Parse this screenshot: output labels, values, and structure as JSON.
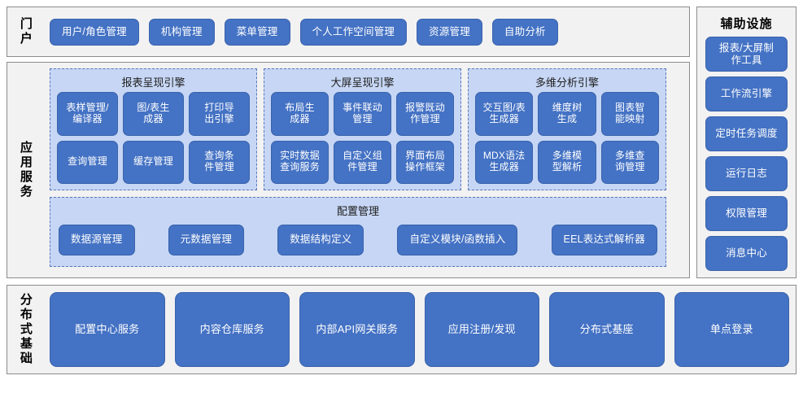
{
  "portal": {
    "label": "门户",
    "buttons": [
      "用户/角色管理",
      "机构管理",
      "菜单管理",
      "个人工作空间管理",
      "资源管理",
      "自助分析"
    ]
  },
  "app_services": {
    "label": "应用服务",
    "engines": [
      {
        "title": "报表呈现引擎",
        "items": [
          "表样管理/\n编译器",
          "图/表生\n成器",
          "打印导\n出引擎",
          "查询管理",
          "缓存管理",
          "查询条\n件管理"
        ]
      },
      {
        "title": "大屏呈现引擎",
        "items": [
          "布局生\n成器",
          "事件联动\n管理",
          "报警既动\n作管理",
          "实时数据\n查询服务",
          "自定义组\n件管理",
          "界面布局\n操作框架"
        ]
      },
      {
        "title": "多维分析引擎",
        "items": [
          "交互图/表\n生成器",
          "维度树\n生成",
          "图表智\n能映射",
          "MDX语法\n生成器",
          "多维模\n型解析",
          "多维查\n询管理"
        ]
      }
    ],
    "config": {
      "title": "配置管理",
      "items": [
        "数据源管理",
        "元数据管理",
        "数据结构定义",
        "自定义模块/函数插入",
        "EEL表达式解析器"
      ]
    }
  },
  "aux": {
    "title": "辅助设施",
    "items": [
      "报表/大屏制\n作工具",
      "工作流引擎",
      "定时任务调度",
      "运行日志",
      "权限管理",
      "消息中心"
    ]
  },
  "distributed": {
    "label": "分布式基础",
    "items": [
      "配置中心服务",
      "内容仓库服务",
      "内部API网关服务",
      "应用注册/发现",
      "分布式基座",
      "单点登录"
    ]
  },
  "colors": {
    "chip": "#4472c4",
    "panel": "#c6d6f4",
    "section_bg": "#f2f2f2",
    "section_border": "#8c8c8c",
    "dash_border": "#5a78b8"
  }
}
